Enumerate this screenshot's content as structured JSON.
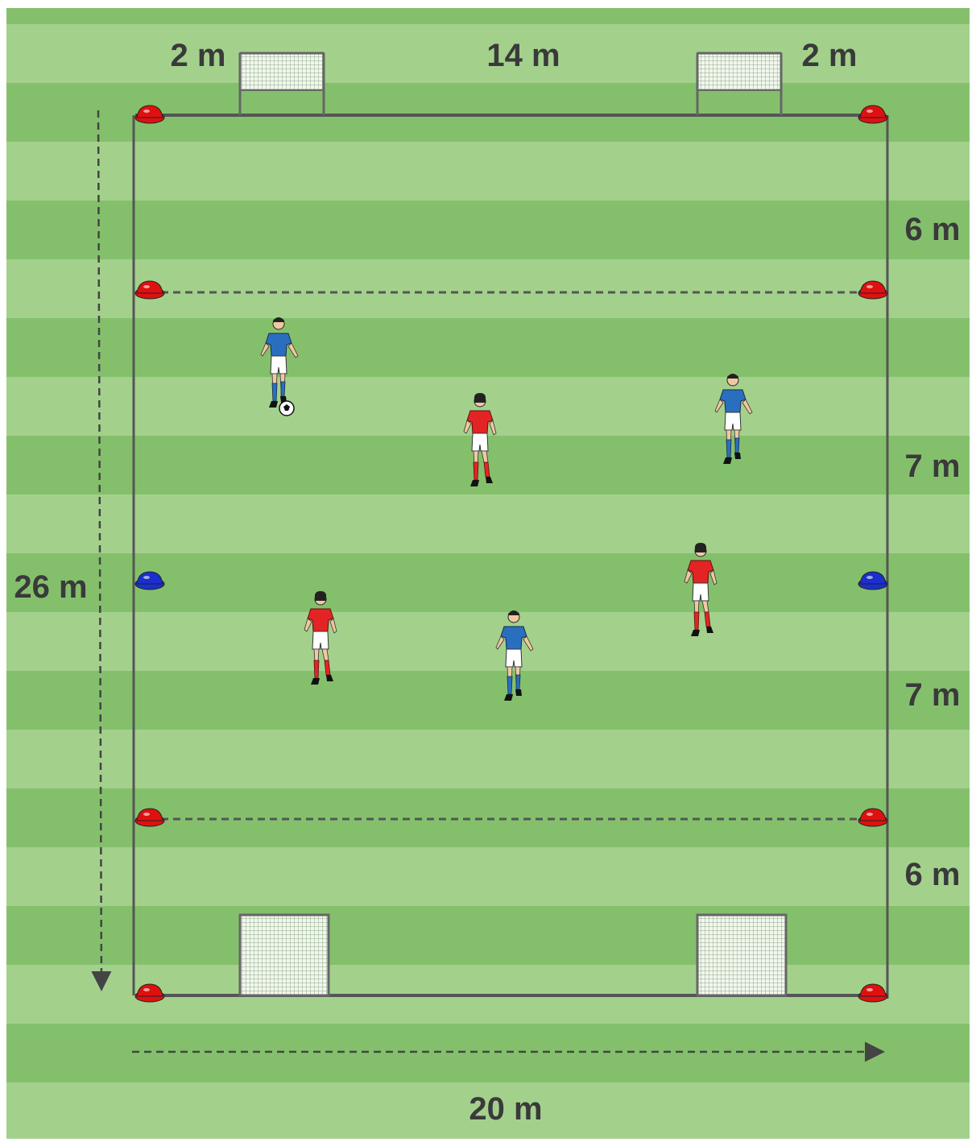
{
  "labels": {
    "top_left_gap": "2 m",
    "top_middle_gap": "14 m",
    "top_right_gap": "2 m",
    "right_zone_1": "6 m",
    "right_zone_2": "7 m",
    "right_zone_3": "7 m",
    "right_zone_4": "6 m",
    "pitch_length": "26 m",
    "pitch_width": "20 m"
  },
  "colors": {
    "grass_light": "#a3d18c",
    "grass_dark": "#84c06c",
    "boundary_line": "#555555",
    "cone_red": "#e01010",
    "cone_blue": "#1a2fcf",
    "team_blue_shirt": "#2a6fbf",
    "team_red_shirt": "#e42424",
    "shorts": "#ffffff"
  },
  "cones": [
    {
      "color": "red",
      "position": "top-left corner"
    },
    {
      "color": "red",
      "position": "top-right corner"
    },
    {
      "color": "red",
      "position": "upper zone line left"
    },
    {
      "color": "red",
      "position": "upper zone line right"
    },
    {
      "color": "blue",
      "position": "halfway left"
    },
    {
      "color": "blue",
      "position": "halfway right"
    },
    {
      "color": "red",
      "position": "lower zone line left"
    },
    {
      "color": "red",
      "position": "lower zone line right"
    },
    {
      "color": "red",
      "position": "bottom-left corner"
    },
    {
      "color": "red",
      "position": "bottom-right corner"
    }
  ],
  "players": [
    {
      "team": "blue",
      "has_ball": true
    },
    {
      "team": "red",
      "has_ball": false
    },
    {
      "team": "blue",
      "has_ball": false
    },
    {
      "team": "red",
      "has_ball": false
    },
    {
      "team": "blue",
      "has_ball": false
    },
    {
      "team": "red",
      "has_ball": false
    }
  ],
  "goals": {
    "count": 4,
    "style": "mini goal with net"
  }
}
